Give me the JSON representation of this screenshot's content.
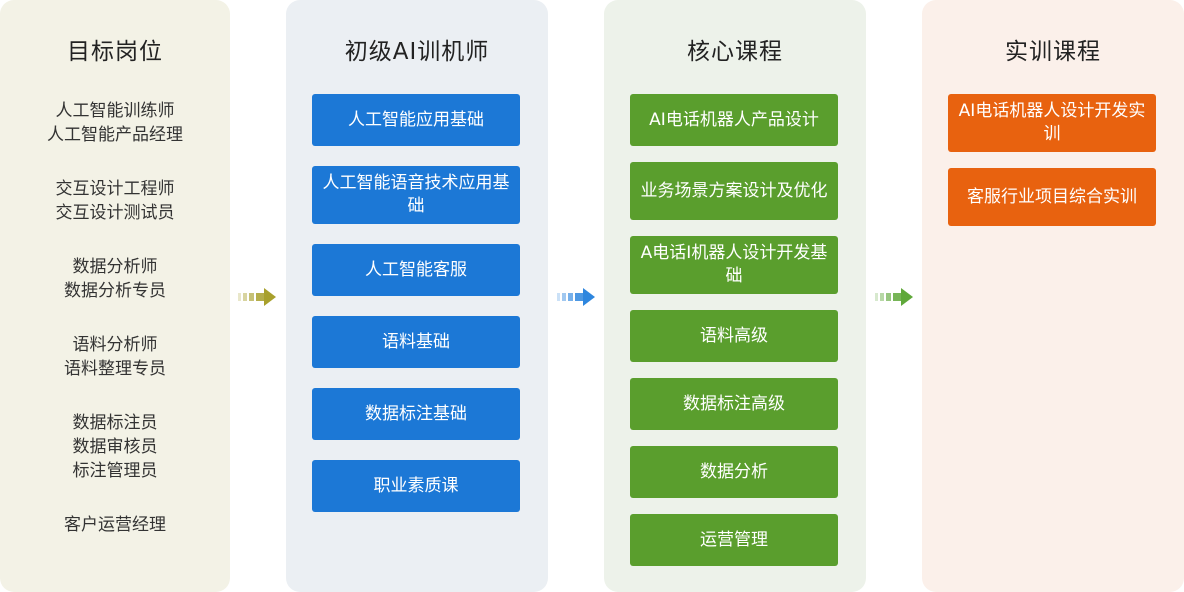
{
  "columns": {
    "target_positions": {
      "title": "目标岗位",
      "groups": [
        [
          "人工智能训练师",
          "人工智能产品经理"
        ],
        [
          "交互设计工程师",
          "交互设计测试员"
        ],
        [
          "数据分析师",
          "数据分析专员"
        ],
        [
          "语料分析师",
          "语料整理专员"
        ],
        [
          "数据标注员",
          "数据审核员",
          "标注管理员"
        ],
        [
          "客户运营经理"
        ]
      ]
    },
    "junior_trainer": {
      "title": "初级AI训机师",
      "courses": [
        "人工智能应用基础",
        "人工智能语音技术应用基础",
        "人工智能客服",
        "语料基础",
        "数据标注基础",
        "职业素质课"
      ]
    },
    "core_courses": {
      "title": "核心课程",
      "courses": [
        "AI电话机器人产品设计",
        "业务场景方案设计及优化",
        "A电话I机器人设计开发基础",
        "语料高级",
        "数据标注高级",
        "数据分析",
        "运营管理"
      ]
    },
    "practical_courses": {
      "title": "实训课程",
      "courses": [
        "AI电话机器人设计开发实训",
        "客服行业项目综合实训"
      ]
    }
  },
  "colors": {
    "junior_box": "#1c78d6",
    "core_box": "#5a9e2d",
    "practical_box": "#e8620f",
    "arrow_1": "#a8a02c",
    "arrow_2": "#2e86de",
    "arrow_3": "#5fa83a"
  },
  "icons": [
    "chevron-arrow-icon",
    "chevron-arrow-icon",
    "chevron-arrow-icon"
  ]
}
